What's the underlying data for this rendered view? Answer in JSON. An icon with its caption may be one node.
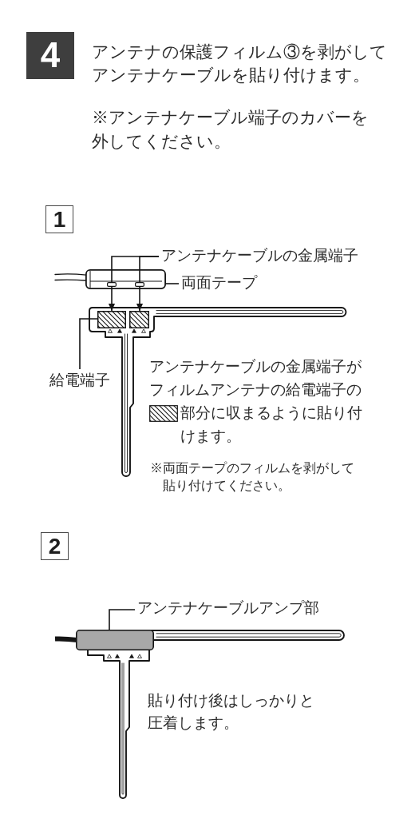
{
  "diagram": {
    "nodes": [
      {
        "text": [
          "4"
        ]
      },
      {
        "text": [
          "1"
        ]
      },
      {
        "text": [
          "アンテナケーブルの金属端子"
        ]
      },
      {
        "text": [
          "両面テープ"
        ]
      },
      {
        "text": [],
        "shape": "box"
      },
      {
        "text": [],
        "shape": "box",
        "in": 4
      },
      {
        "text": [],
        "shape": "box",
        "in": 4
      },
      {
        "text": [],
        "shape": "box"
      },
      {
        "text": [],
        "shape": "box"
      },
      {
        "text": [
          "給電端子"
        ]
      },
      {
        "text": [
          "2"
        ]
      },
      {
        "text": [
          "アンテナケーブルアンプ部"
        ]
      },
      {
        "text": [],
        "shape": "box"
      }
    ],
    "edges": [
      {
        "from": 2,
        "to": 5,
        "arrow": "none"
      },
      {
        "from": 2,
        "to": 6,
        "arrow": "none"
      },
      {
        "from": 3,
        "to": 4,
        "arrow": "none"
      },
      {
        "from": 5,
        "to": 7,
        "arrow": "to"
      },
      {
        "from": 6,
        "to": 8,
        "arrow": "to"
      },
      {
        "from": 9,
        "to": 7,
        "arrow": "none"
      },
      {
        "from": 11,
        "to": 12,
        "arrow": "none"
      }
    ],
    "labels": [
      "アンテナの保護フィルム③を剥がしてアンテナケーブルを貼り付けます。",
      "※アンテナケーブル端子のカバーを外してください。",
      "アンテナケーブルの金属端子がフィルムアンテナの給電端子の",
      "部分に収まるように貼り付けます。",
      "※両面テープのフィルムを剥がして貼り付けてください。",
      "貼り付け後はしっかりと圧着します。"
    ]
  }
}
